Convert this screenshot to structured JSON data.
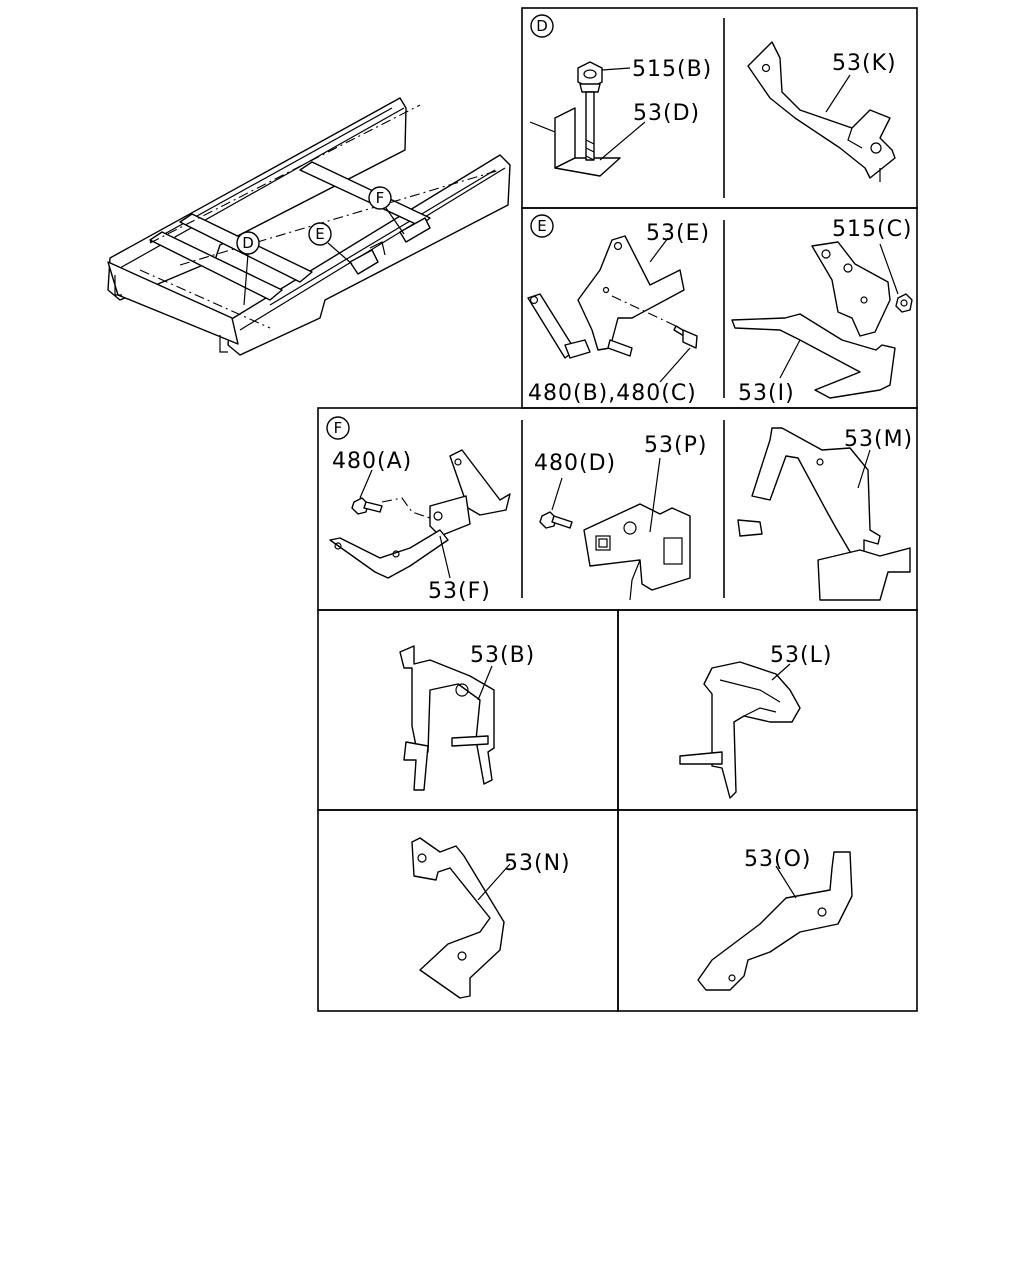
{
  "diagram": {
    "overview_markers": [
      "D",
      "E",
      "F"
    ],
    "sections": {
      "D": {
        "marker": "D",
        "callouts": {
          "nut": "515(B)",
          "bracket": "53(D)"
        },
        "side_callout": "53(K)"
      },
      "E": {
        "marker": "E",
        "callouts": {
          "bracket": "53(E)",
          "bolts": "480(B),480(C)"
        },
        "side_callouts": {
          "nut": "515(C)",
          "bracket": "53(I)"
        }
      },
      "F": {
        "marker": "F",
        "callouts": {
          "bolt_a": "480(A)",
          "bracket_f": "53(F)",
          "bolt_d": "480(D)",
          "bracket_p": "53(P)",
          "bracket_m": "53(M)"
        }
      }
    },
    "panels": {
      "b": "53(B)",
      "l": "53(L)",
      "n": "53(N)",
      "o": "53(O)"
    }
  }
}
